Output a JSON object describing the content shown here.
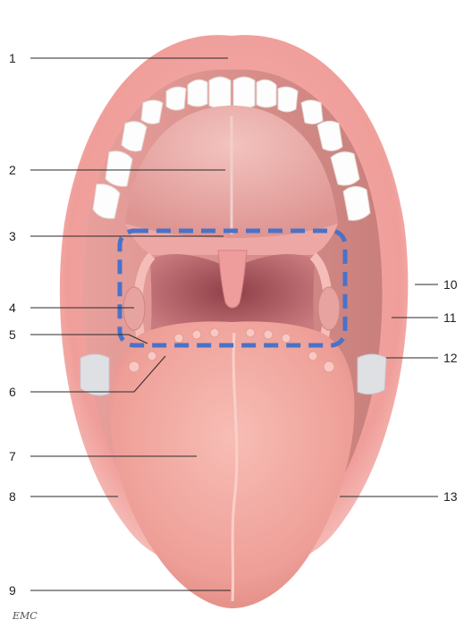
{
  "labels": {
    "l1": "1",
    "l2": "2",
    "l3": "3",
    "l4": "4",
    "l5": "5",
    "l6": "6",
    "l7": "7",
    "l8": "8",
    "l9": "9",
    "l10": "10",
    "l11": "11",
    "l12": "12",
    "l13": "13"
  },
  "credit": "EMC",
  "colors": {
    "highlight_box": "#4a72c8",
    "lip": "#f2a3a0",
    "palate": "#eab0ad",
    "tongue": "#f3a9a2",
    "throat": "#b85f66",
    "teeth": "#ffffff"
  }
}
